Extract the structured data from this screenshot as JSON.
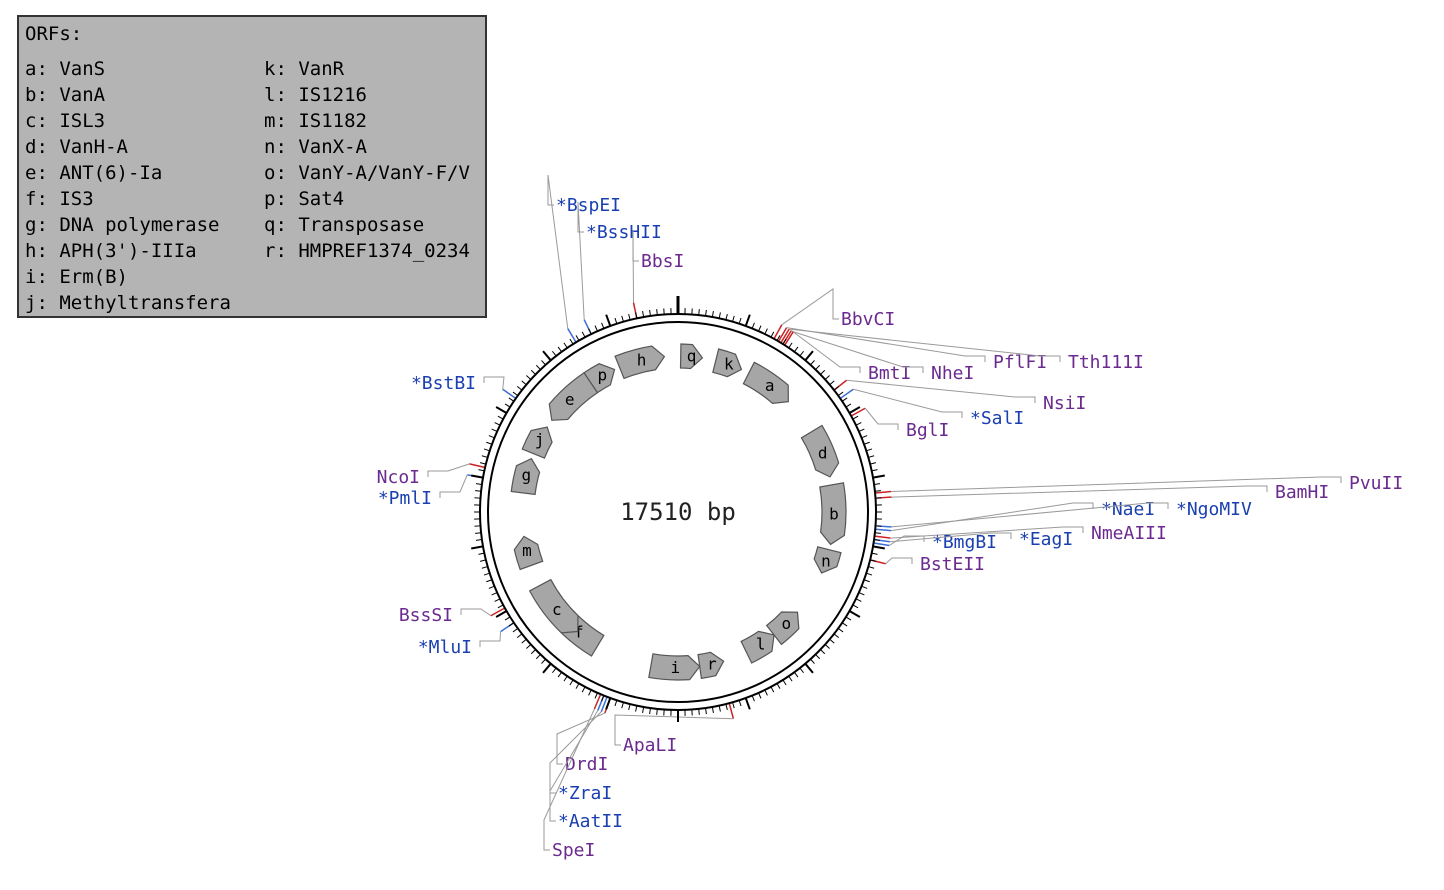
{
  "legend": {
    "title": "ORFs:",
    "left_items": [
      "a: VanS",
      "b: VanA",
      "c: ISL3",
      "d: VanH-A",
      "e: ANT(6)-Ia",
      "f: IS3",
      "g: DNA polymerase",
      "h: APH(3')-IIIa",
      "i: Erm(B)",
      "j: Methyltransfera"
    ],
    "right_items": [
      "k: VanR",
      "l: IS1216",
      "m: IS1182",
      "n: VanX-A",
      "o: VanY-A/VanY-F/V",
      "p: Sat4",
      "q: Transposase",
      "r: HMPREF1374_0234"
    ]
  },
  "map": {
    "size_label": "17510 bp",
    "colors": {
      "single_cutter": "#6b2a8f",
      "double_cutter": "#1a3fb0",
      "orf_fill": "#a6a6a6",
      "ring": "#000000"
    },
    "orfs": [
      {
        "letter": "q",
        "start_deg": 1,
        "end_deg": 9,
        "dir": 1
      },
      {
        "letter": "k",
        "start_deg": 14,
        "end_deg": 24,
        "dir": 1
      },
      {
        "letter": "a",
        "start_deg": 27,
        "end_deg": 45,
        "dir": 1
      },
      {
        "letter": "d",
        "start_deg": 59,
        "end_deg": 77,
        "dir": 1
      },
      {
        "letter": "b",
        "start_deg": 80,
        "end_deg": 102,
        "dir": 1
      },
      {
        "letter": "n",
        "start_deg": 104,
        "end_deg": 113,
        "dir": 1
      },
      {
        "letter": "o",
        "start_deg": 130,
        "end_deg": 142,
        "dir": -1
      },
      {
        "letter": "l",
        "start_deg": 142,
        "end_deg": 154,
        "dir": -1
      },
      {
        "letter": "r",
        "start_deg": 163,
        "end_deg": 172,
        "dir": -1
      },
      {
        "letter": "i",
        "start_deg": 172,
        "end_deg": 190,
        "dir": -1
      },
      {
        "letter": "f",
        "start_deg": 211,
        "end_deg": 228,
        "dir": 1
      },
      {
        "letter": "c",
        "start_deg": 220,
        "end_deg": 242,
        "dir": -1
      },
      {
        "letter": "m",
        "start_deg": 250,
        "end_deg": 261,
        "dir": 1
      },
      {
        "letter": "g",
        "start_deg": 277,
        "end_deg": 290,
        "dir": 1
      },
      {
        "letter": "j",
        "start_deg": 292,
        "end_deg": 303,
        "dir": 1
      },
      {
        "letter": "e",
        "start_deg": 306,
        "end_deg": 326,
        "dir": -1
      },
      {
        "letter": "p",
        "start_deg": 326,
        "end_deg": 336,
        "dir": 1
      },
      {
        "letter": "h",
        "start_deg": 338,
        "end_deg": 355,
        "dir": 1
      }
    ],
    "sites": [
      {
        "name": "*BspEI",
        "deg": -31,
        "color": "#1a3fb0"
      },
      {
        "name": "*BssHII",
        "deg": -26,
        "color": "#1a3fb0"
      },
      {
        "name": "BbsI",
        "deg": -12,
        "color": "#6b2a8f"
      },
      {
        "name": "BbvCI",
        "deg": 29,
        "color": "#6b2a8f"
      },
      {
        "name": "BmtI",
        "deg": 32,
        "color": "#6b2a8f"
      },
      {
        "name": "NheI",
        "deg": 32.6,
        "color": "#6b2a8f"
      },
      {
        "name": "PflFI",
        "deg": 30.5,
        "color": "#6b2a8f"
      },
      {
        "name": "Tth111I",
        "deg": 31.3,
        "color": "#6b2a8f"
      },
      {
        "name": "NsiI",
        "deg": 52,
        "color": "#6b2a8f"
      },
      {
        "name": "*SalI",
        "deg": 55,
        "color": "#1a3fb0"
      },
      {
        "name": "BglI",
        "deg": 61,
        "color": "#6b2a8f"
      },
      {
        "name": "PvuII",
        "deg": 84.5,
        "color": "#6b2a8f"
      },
      {
        "name": "BamHI",
        "deg": 86,
        "color": "#6b2a8f"
      },
      {
        "name": "*NaeI",
        "deg": 95,
        "color": "#1a3fb0"
      },
      {
        "name": "*NgoMIV",
        "deg": 94,
        "color": "#1a3fb0"
      },
      {
        "name": "NmeAIII",
        "deg": 97,
        "color": "#6b2a8f"
      },
      {
        "name": "*BmgBI",
        "deg": 99,
        "color": "#1a3fb0"
      },
      {
        "name": "*EagI",
        "deg": 98,
        "color": "#1a3fb0"
      },
      {
        "name": "BstEII",
        "deg": 104,
        "color": "#6b2a8f"
      },
      {
        "name": "ApaLI",
        "deg": 165,
        "color": "#6b2a8f"
      },
      {
        "name": "DrdI",
        "deg": 200,
        "color": "#6b2a8f"
      },
      {
        "name": "*ZraI",
        "deg": 201,
        "color": "#1a3fb0"
      },
      {
        "name": "*AatII",
        "deg": 202,
        "color": "#1a3fb0"
      },
      {
        "name": "SpeI",
        "deg": 203,
        "color": "#6b2a8f"
      },
      {
        "name": "*MluI",
        "deg": 236,
        "color": "#1a3fb0"
      },
      {
        "name": "BssSI",
        "deg": 241,
        "color": "#6b2a8f"
      },
      {
        "name": "*PmlI",
        "deg": 280,
        "color": "#1a3fb0"
      },
      {
        "name": "NcoI",
        "deg": 283,
        "color": "#6b2a8f"
      },
      {
        "name": "*BstBI",
        "deg": 305,
        "color": "#1a3fb0"
      }
    ]
  }
}
